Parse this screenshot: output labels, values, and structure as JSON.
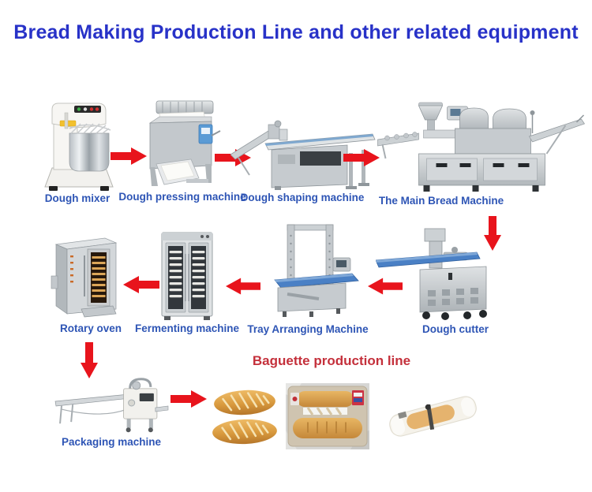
{
  "title": {
    "text": "Bread Making Production Line and other related equipment",
    "color": "#2832c8"
  },
  "colors": {
    "title_blue": "#2832c8",
    "label_blue": "#2e55b5",
    "heading_red": "#c4303b",
    "arrow_red": "#e8141c",
    "conveyor_blue": "#4a80c5",
    "background": "#ffffff"
  },
  "machines": {
    "dough_mixer": {
      "label": "Dough mixer"
    },
    "dough_pressing": {
      "label": "Dough pressing machine"
    },
    "dough_shaping": {
      "label": "Dough shaping machine"
    },
    "main_bread": {
      "label": "The Main Bread Machine"
    },
    "dough_cutter": {
      "label": "Dough cutter"
    },
    "tray_arranging": {
      "label": "Tray Arranging Machine"
    },
    "fermenting": {
      "label": "Fermenting machine"
    },
    "rotary_oven": {
      "label": "Rotary oven"
    },
    "packaging": {
      "label": "Packaging machine"
    }
  },
  "sections": {
    "baguette_heading": "Baguette production line"
  },
  "images": {
    "product_1": "baguette-loaves-photo",
    "product_2": "packaged-baguettes-photo",
    "product_3": "wrapped-baguette-photo"
  }
}
